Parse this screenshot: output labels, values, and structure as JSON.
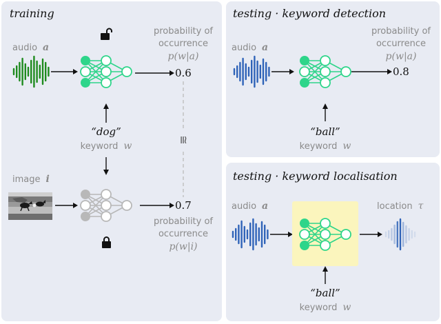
{
  "panels": {
    "training": {
      "title": "training",
      "audio_label": "audio",
      "audio_var": "a",
      "prob_line1": "probability of",
      "prob_line2": "occurrence",
      "prob_expr_a": "p(w|a)",
      "prob_value_a": "0.6",
      "keyword_text": "“dog”",
      "keyword_label": "keyword",
      "keyword_var": "w",
      "approx_symbol": "≅",
      "image_label": "image",
      "image_var": "i",
      "prob_value_i": "0.7",
      "prob_expr_i": "p(w|i)"
    },
    "detection": {
      "title": "testing · keyword detection",
      "audio_label": "audio",
      "audio_var": "a",
      "prob_line1": "probability of",
      "prob_line2": "occurrence",
      "prob_expr": "p(w|a)",
      "prob_value": "0.8",
      "keyword_text": "“ball”",
      "keyword_label": "keyword",
      "keyword_var": "w"
    },
    "localisation": {
      "title": "testing · keyword localisation",
      "audio_label": "audio",
      "audio_var": "a",
      "location_label": "location",
      "location_var": "τ",
      "keyword_text": "“ball”",
      "keyword_label": "keyword",
      "keyword_var": "w"
    }
  },
  "colors": {
    "panel_bg": "#e8ebf3",
    "audio_green": "#1e8a1e",
    "audio_blue": "#2f63b8",
    "net_green": "#2ed58a",
    "net_gray": "#b8b8b8",
    "highlight": "#fbf5bd"
  },
  "icons": {
    "unlock": "unlock-icon",
    "lock": "lock-icon"
  }
}
